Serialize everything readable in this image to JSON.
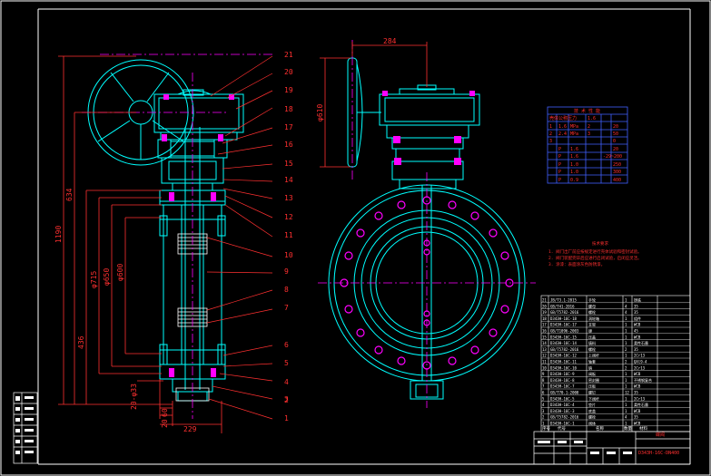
{
  "drawing": {
    "title_block_name": "蝶阀",
    "drawing_number": "D343H-16C-DN400",
    "notes_title": "技术要求",
    "notes_lines": [
      "1. 阀门出厂前应按规定进行壳体试验和密封试验。",
      "2. 阀门装配完毕后应进行启闭试验，启闭应灵活。",
      "3. 涂漆：表面涂灰色防锈漆。"
    ]
  },
  "dimensions": {
    "overall_height": "1190",
    "upper_height": "634",
    "lower_height": "436",
    "flange_outer_dia": "φ715",
    "bolt_circle_dia": "φ650",
    "seat_dia": "φ600",
    "bolt_spec": "20-φ33",
    "face_width": "229",
    "small_1": "60",
    "small_2": "20",
    "handwheel_offset": "284",
    "handwheel_dia": "φ610"
  },
  "balloons": [
    "21",
    "20",
    "19",
    "18",
    "17",
    "16",
    "15",
    "14",
    "13",
    "12",
    "11",
    "10",
    "9",
    "8",
    "7",
    "6",
    "5",
    "4",
    "3",
    "2",
    "1"
  ],
  "spec_table": {
    "title": "技 术 性 能",
    "rows": [
      [
        "壳体",
        "公称压力",
        "1.6"
      ],
      [
        "1",
        "1.6",
        "MPa",
        "2",
        "",
        "20"
      ],
      [
        "2",
        "2.4",
        "MPa",
        "3",
        "",
        "50"
      ],
      [
        "3",
        "",
        "",
        "",
        "",
        "0"
      ],
      [
        "",
        "P",
        "1.6",
        "",
        "",
        "20"
      ],
      [
        "",
        "P",
        "1.6",
        "",
        "",
        "-29~200"
      ],
      [
        "",
        "P",
        "1.0",
        "",
        "",
        "250"
      ],
      [
        "",
        "P",
        "1.0",
        "",
        "",
        "300"
      ],
      [
        "",
        "P",
        "0.9",
        "",
        "",
        "400"
      ]
    ]
  },
  "parts_list": {
    "rows": [
      [
        "21",
        "JB/T3.1-2015",
        "手轮",
        "1",
        "铸铁"
      ],
      [
        "20",
        "GB/T41-2016",
        "螺母",
        "4",
        "35"
      ],
      [
        "19",
        "GB/T5782-2016",
        "螺栓",
        "4",
        "35"
      ],
      [
        "18",
        "D343H-16C-18",
        "涡轮箱",
        "1",
        "组件"
      ],
      [
        "17",
        "D343H-16C-17",
        "支架",
        "1",
        "WCB"
      ],
      [
        "16",
        "GB/T1096-2003",
        "键",
        "1",
        "45"
      ],
      [
        "15",
        "D343H-16C-15",
        "压盖",
        "1",
        "WCB"
      ],
      [
        "14",
        "D343H-16C-14",
        "填料",
        "1",
        "柔性石墨"
      ],
      [
        "13",
        "GB/T5782-2016",
        "螺栓",
        "2",
        "35"
      ],
      [
        "12",
        "D343H-16C-12",
        "上阀杆",
        "1",
        "2Cr13"
      ],
      [
        "11",
        "D343H-16C-11",
        "轴套",
        "2",
        "QAl9-4"
      ],
      [
        "10",
        "D343H-16C-10",
        "销",
        "2",
        "2Cr13"
      ],
      [
        "9",
        "D343H-16C-9",
        "阀板",
        "1",
        "WCB"
      ],
      [
        "8",
        "D343H-16C-8",
        "密封圈",
        "1",
        "不锈钢复合"
      ],
      [
        "7",
        "D343H-16C-7",
        "压板",
        "1",
        "WCB"
      ],
      [
        "6",
        "GB/T70.1-2008",
        "螺钉",
        "12",
        "35"
      ],
      [
        "5",
        "D343H-16C-5",
        "下阀杆",
        "1",
        "2Cr13"
      ],
      [
        "4",
        "D343H-16C-4",
        "垫片",
        "1",
        "柔性石墨"
      ],
      [
        "3",
        "D343H-16C-3",
        "底盖",
        "1",
        "WCB"
      ],
      [
        "2",
        "GB/T5782-2016",
        "螺栓",
        "4",
        "35"
      ],
      [
        "1",
        "D343H-16C-1",
        "阀体",
        "1",
        "WCB"
      ]
    ],
    "header": [
      "序号",
      "代号",
      "名称",
      "数量",
      "材料"
    ]
  },
  "colors": {
    "background": "#000000",
    "frame": "#ffffff",
    "cyan": "#00ffff",
    "red": "#ff3030",
    "magenta": "#ff00ff",
    "green": "#00ff00",
    "blue": "#4060ff",
    "yellow": "#ffff00"
  }
}
